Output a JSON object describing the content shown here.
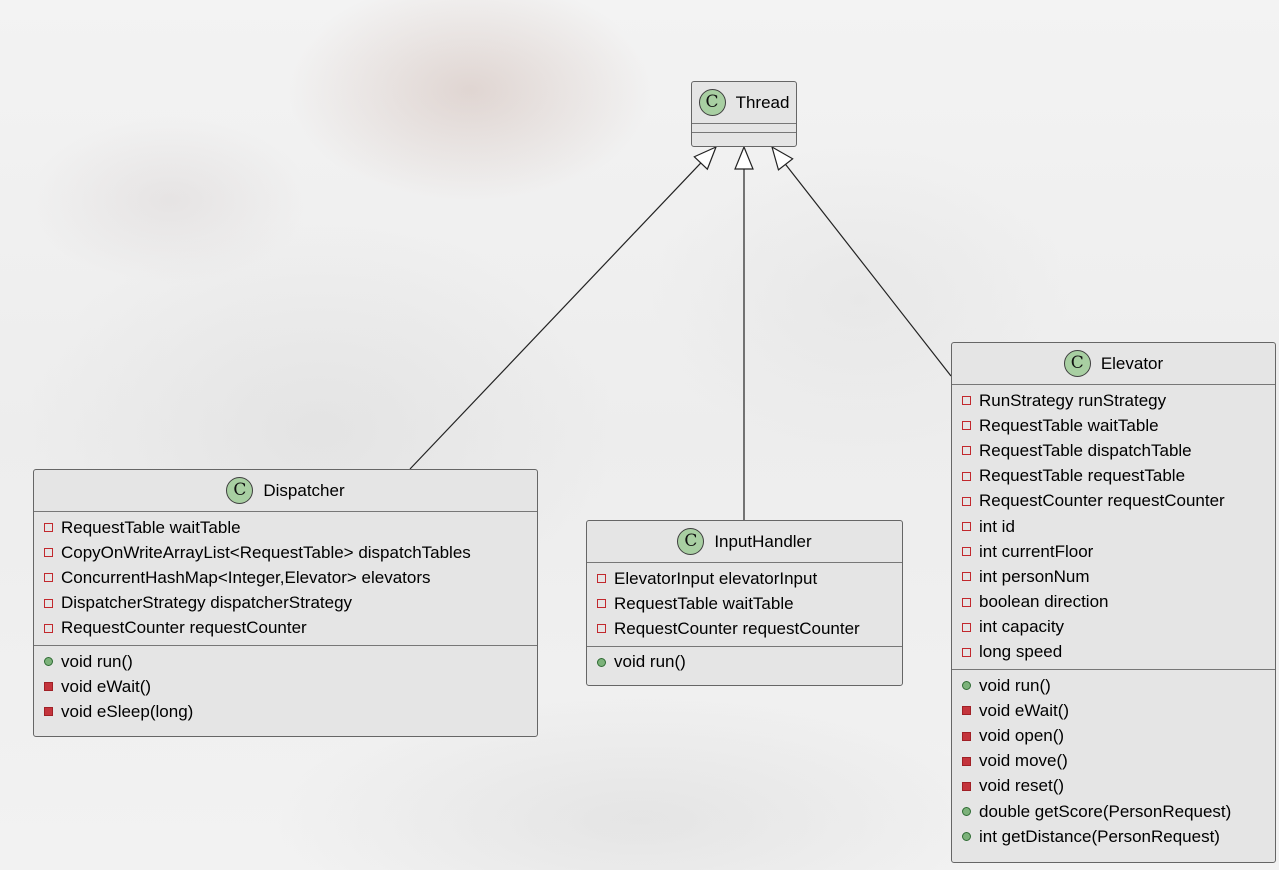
{
  "classes": [
    {
      "id": "thread",
      "stereotype_letter": "C",
      "name": "Thread",
      "fields": [],
      "methods": []
    },
    {
      "id": "dispatcher",
      "stereotype_letter": "C",
      "name": "Dispatcher",
      "fields": [
        {
          "visibility": "private",
          "text": "RequestTable waitTable"
        },
        {
          "visibility": "private",
          "text": "CopyOnWriteArrayList<RequestTable> dispatchTables"
        },
        {
          "visibility": "private",
          "text": "ConcurrentHashMap<Integer,Elevator> elevators"
        },
        {
          "visibility": "private",
          "text": "DispatcherStrategy dispatcherStrategy"
        },
        {
          "visibility": "private",
          "text": "RequestCounter requestCounter"
        }
      ],
      "methods": [
        {
          "visibility": "public",
          "text": "void run()"
        },
        {
          "visibility": "private",
          "text": "void eWait()"
        },
        {
          "visibility": "private",
          "text": "void eSleep(long)"
        }
      ]
    },
    {
      "id": "inputhandler",
      "stereotype_letter": "C",
      "name": "InputHandler",
      "fields": [
        {
          "visibility": "private",
          "text": "ElevatorInput elevatorInput"
        },
        {
          "visibility": "private",
          "text": "RequestTable waitTable"
        },
        {
          "visibility": "private",
          "text": "RequestCounter requestCounter"
        }
      ],
      "methods": [
        {
          "visibility": "public",
          "text": "void run()"
        }
      ]
    },
    {
      "id": "elevator",
      "stereotype_letter": "C",
      "name": "Elevator",
      "fields": [
        {
          "visibility": "private",
          "text": "RunStrategy runStrategy"
        },
        {
          "visibility": "private",
          "text": "RequestTable waitTable"
        },
        {
          "visibility": "private",
          "text": "RequestTable dispatchTable"
        },
        {
          "visibility": "private",
          "text": "RequestTable requestTable"
        },
        {
          "visibility": "private",
          "text": "RequestCounter requestCounter"
        },
        {
          "visibility": "private",
          "text": "int id"
        },
        {
          "visibility": "private",
          "text": "int currentFloor"
        },
        {
          "visibility": "private",
          "text": "int personNum"
        },
        {
          "visibility": "private",
          "text": "boolean direction"
        },
        {
          "visibility": "private",
          "text": "int capacity"
        },
        {
          "visibility": "private",
          "text": "long speed"
        }
      ],
      "methods": [
        {
          "visibility": "public",
          "text": "void run()"
        },
        {
          "visibility": "private",
          "text": "void eWait()"
        },
        {
          "visibility": "private",
          "text": "void open()"
        },
        {
          "visibility": "private",
          "text": "void move()"
        },
        {
          "visibility": "private",
          "text": "void reset()"
        },
        {
          "visibility": "public",
          "text": "double getScore(PersonRequest)"
        },
        {
          "visibility": "public",
          "text": "int getDistance(PersonRequest)"
        }
      ]
    }
  ],
  "relations": [
    {
      "type": "generalization",
      "from": "dispatcher",
      "to": "thread"
    },
    {
      "type": "generalization",
      "from": "inputhandler",
      "to": "thread"
    },
    {
      "type": "generalization",
      "from": "elevator",
      "to": "thread"
    }
  ]
}
